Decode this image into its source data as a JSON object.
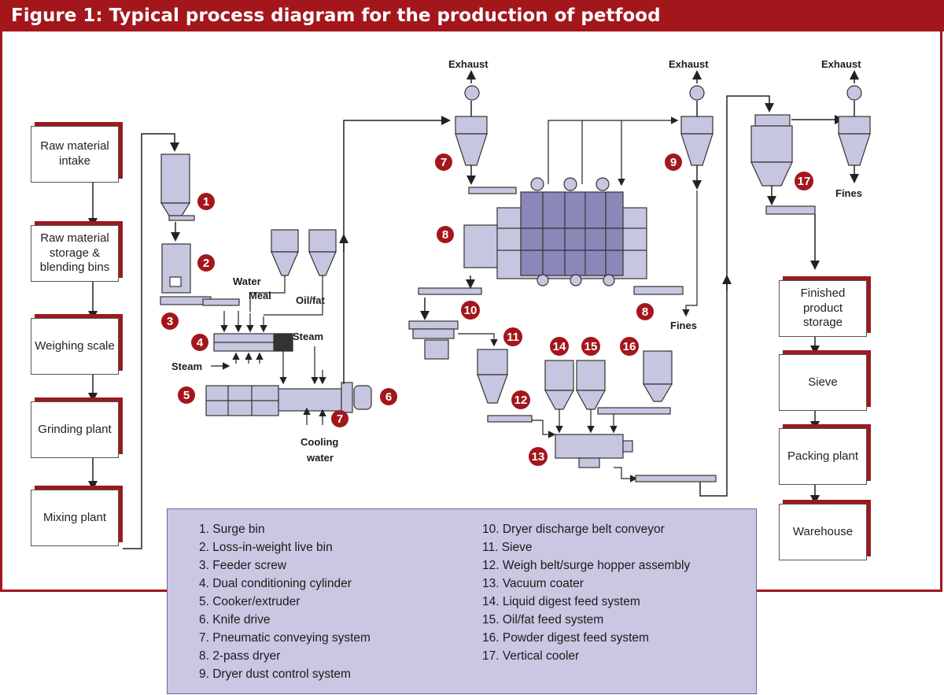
{
  "title": "Figure 1: Typical process diagram for the production of petfood",
  "left_steps": [
    "Raw material intake",
    "Raw material storage & blending bins",
    "Weighing scale",
    "Grinding plant",
    "Mixing plant"
  ],
  "right_steps": [
    "Finished product storage",
    "Sieve",
    "Packing plant",
    "Warehouse"
  ],
  "labels": {
    "exhaust": "Exhaust",
    "fines": "Fines",
    "water": "Water",
    "meal": "Meal",
    "oil_fat": "Oil/fat",
    "steam": "Steam",
    "cooling": "Cooling",
    "water_lower": "water"
  },
  "badges": {
    "b1": "1",
    "b2": "2",
    "b3": "3",
    "b4": "4",
    "b5": "5",
    "b6": "6",
    "b7a": "7",
    "b7b": "7",
    "b8a": "8",
    "b8b": "8",
    "b9": "9",
    "b10": "10",
    "b11": "11",
    "b12": "12",
    "b13": "13",
    "b14": "14",
    "b15": "15",
    "b16": "16",
    "b17": "17"
  },
  "legend_left": [
    "1. Surge bin",
    "2. Loss-in-weight live bin",
    "3. Feeder screw",
    "4. Dual conditioning cylinder",
    "5. Cooker/extruder",
    "6. Knife drive",
    "7. Pneumatic conveying system",
    "8. 2-pass dryer",
    "9. Dryer dust control system"
  ],
  "legend_right": [
    "10. Dryer discharge belt conveyor",
    "11. Sieve",
    "12. Weigh belt/surge hopper assembly",
    "13. Vacuum coater",
    "14. Liquid digest feed system",
    "15. Oil/fat feed system",
    "16. Powder digest feed system",
    "17. Vertical cooler"
  ],
  "colors": {
    "title_bar": "#a3161c",
    "equipment_fill": "#c7c6e0",
    "badge": "#a3161c",
    "legend_bg": "#c9c7e2"
  }
}
